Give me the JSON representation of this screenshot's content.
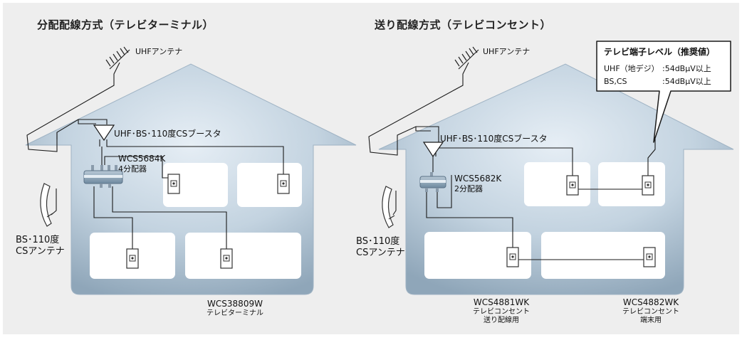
{
  "left": {
    "title": "分配配線方式（テレビターミナル）",
    "antenna": "UHFアンテナ",
    "booster": "UHF･BS･110度CSブースタ",
    "splitter_model": "WCS5684K",
    "splitter_type": "4分配器",
    "dish_line1": "BS･110度",
    "dish_line2": "CSアンテナ",
    "outlet_model": "WCS38809W",
    "outlet_name": "テレビターミナル"
  },
  "right": {
    "title": "送り配線方式（テレビコンセント）",
    "antenna": "UHFアンテナ",
    "booster": "UHF･BS･110度CSブースタ",
    "splitter_model": "WCS5682K",
    "splitter_type": "2分配器",
    "dish_line1": "BS･110度",
    "dish_line2": "CSアンテナ",
    "outlet1_model": "WCS4881WK",
    "outlet1_name": "テレビコンセント",
    "outlet1_use": "送り配線用",
    "outlet2_model": "WCS4882WK",
    "outlet2_name": "テレビコンセント",
    "outlet2_use": "端末用",
    "level_title": "テレビ端子レベル（推奨値）",
    "level_row1_label": "UHF（地デジ）",
    "level_row1_value": ":54dBμV以上",
    "level_row2_label": "BS,CS",
    "level_row2_value": ":54dBμV以上"
  },
  "colors": {
    "house_fill": "#a9bccc",
    "house_light": "#d6e2ec",
    "room_fill": "#ffffff",
    "wire": "#1a1a1a",
    "panel_bg": "#eeeeee"
  }
}
